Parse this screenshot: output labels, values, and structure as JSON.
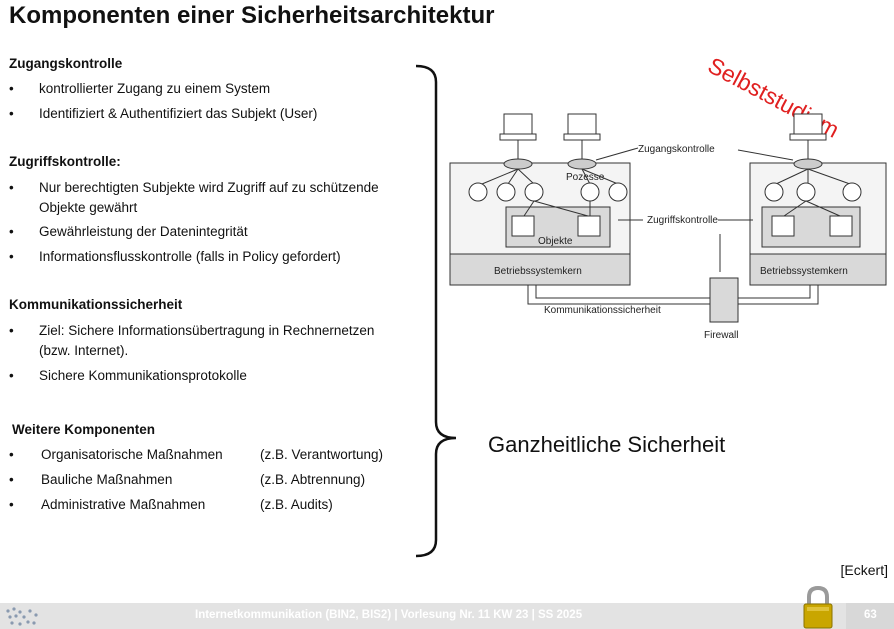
{
  "title": "Komponenten einer Sicherheitsarchitektur",
  "stamp": "Selbststudium",
  "sections": {
    "zugang": {
      "heading": "Zugangskontrolle",
      "items": [
        "kontrollierter Zugang zu einem System",
        "Identifiziert & Authentifiziert das Subjekt (User)"
      ]
    },
    "zugriff": {
      "heading": "Zugriffskontrolle:",
      "items": [
        "Nur berechtigten Subjekte wird Zugriff auf zu schützende",
        "Objekte gewährt",
        "Gewährleistung der Datenintegrität",
        "Informationsflusskontrolle (falls in Policy gefordert)"
      ]
    },
    "kommunikation": {
      "heading": "Kommunikationssicherheit",
      "items": [
        "Ziel: Sichere Informationsübertragung in Rechnernetzen",
        "(bzw. Internet).",
        "Sichere Kommunikationsprotokolle"
      ]
    },
    "weitere": {
      "heading": "Weitere Komponenten",
      "items": [
        {
          "name": "Organisatorische Maßnahmen",
          "example": "(z.B. Verantwortung)"
        },
        {
          "name": "Bauliche Maßnahmen",
          "example": "(z.B. Abtrennung)"
        },
        {
          "name": "Administrative Maßnahmen",
          "example": "(z.B. Audits)"
        }
      ]
    }
  },
  "bullet": "•",
  "ganzheitlich": "Ganzheitliche Sicherheit",
  "citation": "[Eckert]",
  "diagram": {
    "zugangskontrolle": "Zugangskontrolle",
    "zugriffskontrolle": "Zugriffskontrolle",
    "prozesse": "Pozesse",
    "objekte": "Objekte",
    "kern_left": "Betriebssystemkern",
    "kern_right": "Betriebssystemkern",
    "kommunikation": "Kommunikationssicherheit",
    "firewall": "Firewall"
  },
  "footer": {
    "text": "Internetkommunikation (BIN2, BIS2) | Vorlesung Nr. 11 KW 23 | SS 2025",
    "page": "63"
  },
  "colors": {
    "stamp": "#e02020",
    "footer_bg": "#e3e3e3",
    "lock": "#c9a600"
  }
}
